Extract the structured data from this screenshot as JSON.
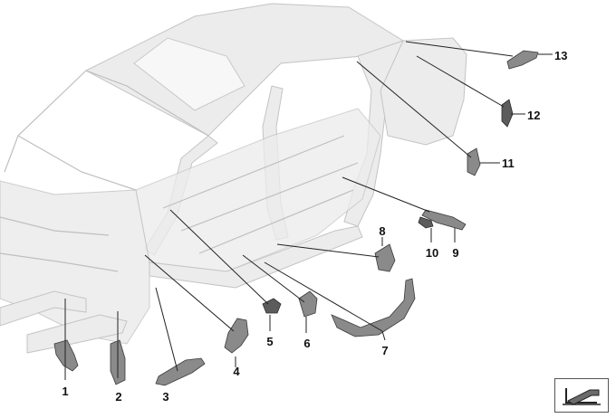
{
  "diagram": {
    "callouts": [
      {
        "id": "1",
        "label": "1"
      },
      {
        "id": "2",
        "label": "2"
      },
      {
        "id": "3",
        "label": "3"
      },
      {
        "id": "4",
        "label": "4"
      },
      {
        "id": "5",
        "label": "5"
      },
      {
        "id": "6",
        "label": "6"
      },
      {
        "id": "7",
        "label": "7"
      },
      {
        "id": "8",
        "label": "8"
      },
      {
        "id": "9",
        "label": "9"
      },
      {
        "id": "10",
        "label": "10"
      },
      {
        "id": "11",
        "label": "11"
      },
      {
        "id": "12",
        "label": "12"
      },
      {
        "id": "13",
        "label": "13"
      }
    ]
  },
  "navigator": {
    "icon": "page-navigator-icon"
  }
}
